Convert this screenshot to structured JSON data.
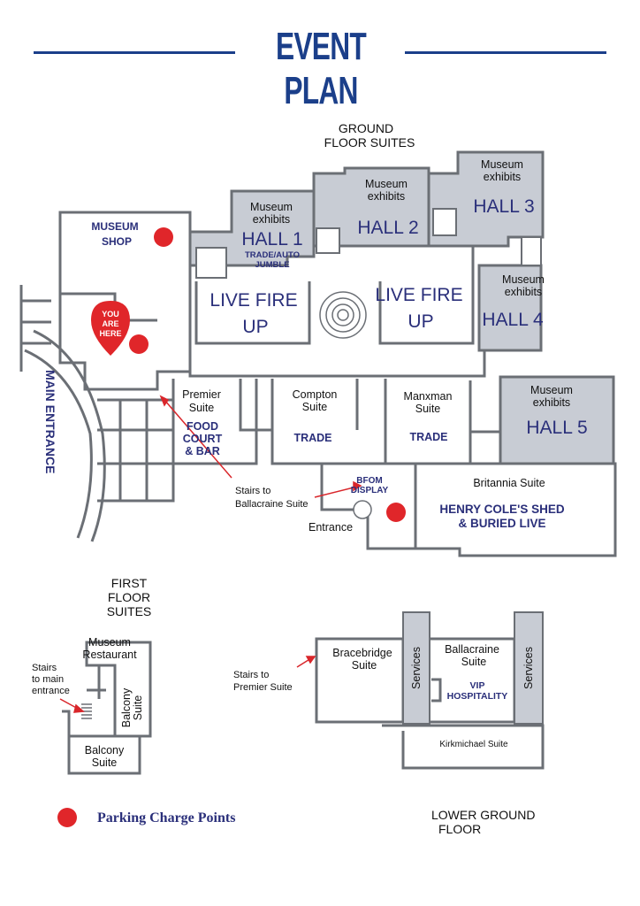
{
  "title": "EVENT PLAN",
  "labels": {
    "ground_floor_1": "GROUND",
    "ground_floor_2": "FLOOR SUITES",
    "museum_exhibits_1": "Museum",
    "museum_exhibits_2": "exhibits",
    "museum_shop_1": "MUSEUM",
    "museum_shop_2": "SHOP",
    "hall1": "HALL 1",
    "hall1_sub_1": "TRADE/AUTO",
    "hall1_sub_2": "JUMBLE",
    "hall2": "HALL 2",
    "hall3": "HALL 3",
    "hall4": "HALL 4",
    "hall5": "HALL 5",
    "live_fire": "LIVE FIRE",
    "up": "UP",
    "you": "YOU",
    "are": "ARE",
    "here": "HERE",
    "main_entrance": "MAIN ENTRANCE",
    "premier_1": "Premier",
    "premier_2": "Suite",
    "food_1": "FOOD",
    "food_2": "COURT",
    "food_3": "& BAR",
    "compton_1": "Compton",
    "compton_2": "Suite",
    "manxman_1": "Manxman",
    "manxman_2": "Suite",
    "trade": "TRADE",
    "stairs_balla_1": "Stairs to",
    "stairs_balla_2": "Ballacraine Suite",
    "bfom_1": "BFOM",
    "bfom_2": "DISPLAY",
    "entrance": "Entrance",
    "britannia": "Britannia Suite",
    "henry_1": "HENRY COLE'S SHED",
    "henry_2": "& BURIED LIVE",
    "first_floor_1": "FIRST",
    "first_floor_2": "FLOOR",
    "first_floor_3": "SUITES",
    "museum_restaurant_1": "Museum",
    "museum_restaurant_2": "Restaurant",
    "stairs_main_1": "Stairs",
    "stairs_main_2": "to main",
    "stairs_main_3": "entrance",
    "balcony_1": "Balcony",
    "balcony_2": "Suite",
    "stairs_premier_1": "Stairs to",
    "stairs_premier_2": "Premier Suite",
    "bracebridge_1": "Bracebridge",
    "bracebridge_2": "Suite",
    "services": "Services",
    "ballacraine_1": "Ballacraine",
    "ballacraine_2": "Suite",
    "vip_1": "VIP",
    "vip_2": "HOSPITALITY",
    "kirkmichael": "Kirkmichael Suite",
    "lower_ground_1": "LOWER GROUND",
    "lower_ground_2": "FLOOR"
  },
  "legend": {
    "parking": "Parking Charge Points"
  },
  "colors": {
    "navy": "#2a2f7a",
    "header_blue": "#1b3f8a",
    "hall_fill": "#c8ccd4",
    "wall": "#6b6f75",
    "charge_point": "#e0262a"
  }
}
